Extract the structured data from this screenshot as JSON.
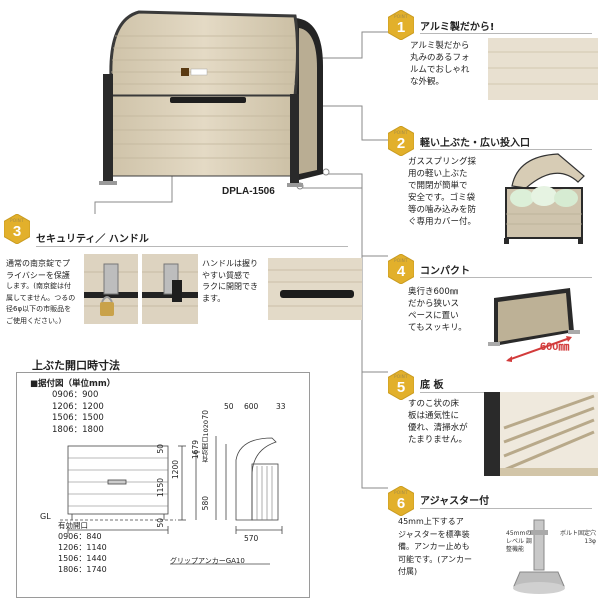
{
  "product": {
    "model": "DPLA-1506",
    "colors": {
      "body": "#d7ccb5",
      "frame": "#262626",
      "badge": "#e2b02b",
      "line": "#8a8a8a"
    }
  },
  "points": [
    {
      "point_label": "POINT",
      "num": "1",
      "title": "アルミ製だから!",
      "lines": [
        "アルミ製だから",
        "丸みのあるフォ",
        "ルムでおしゃれ",
        "な外観。"
      ]
    },
    {
      "point_label": "POINT",
      "num": "2",
      "title": "軽い上ぶた・広い投入口",
      "lines": [
        "ガススプリング採",
        "用の軽い上ぶた",
        "で開閉が簡単で",
        "安全です。ゴミ袋",
        "等の噛み込みを防",
        "ぐ専用カバー付。"
      ]
    },
    {
      "point_label": "POINT",
      "num": "3",
      "title": "セキュリティ／ ハンドル",
      "lines_left": [
        "通常の南京錠でプ",
        "ライバシーを保護",
        "します。(南京錠は付",
        "属してません。つるの",
        "径6φ以下の市販品を",
        "ご使用ください。)"
      ],
      "lines_right": [
        "ハンドルは握り",
        "やすい質感で",
        "ラクに開閉でき",
        "ます。"
      ]
    },
    {
      "point_label": "POINT",
      "num": "4",
      "title": "コンパクト",
      "lines": [
        "奥行き600㎜",
        "だから狭いス",
        "ペースに置い",
        "てもスッキリ。"
      ],
      "depth_label": "600㎜"
    },
    {
      "point_label": "POINT",
      "num": "5",
      "title": "底 板",
      "lines": [
        "すのこ状の床",
        "板は通気性に",
        "優れ、清掃水が",
        "たまりません。"
      ]
    },
    {
      "point_label": "POINT",
      "num": "6",
      "title": "アジャスター付",
      "lines": [
        "45mm上下するア",
        "ジャスターを標準装",
        "備。アンカー止めも",
        "可能です。(アンカー",
        "付属)"
      ],
      "adj_label_1": "45mmの レベル 調整機能",
      "adj_label_2": "ボルト固定穴 13φ"
    }
  ],
  "dimensions": {
    "title": "上ぶた開口時寸法",
    "subtitle": "■据付図（単位mm）",
    "sizes": [
      "0906：900",
      "1206：1200",
      "1506：1500",
      "1806：1800"
    ],
    "opening_title": "有効開口",
    "openings": [
      "0906：840",
      "1206：1140",
      "1506：1440",
      "1806：1740"
    ],
    "gl": "GL",
    "anchor": "グリップアンカーGA10",
    "values": {
      "v50": "50",
      "v1200": "1200",
      "v1150": "1150",
      "v50b": "50",
      "top50": "50",
      "top600": "600",
      "top33": "33",
      "v70": "70",
      "v1679": "1679",
      "v1020": "有効開口1020",
      "v580": "580",
      "v570": "570"
    }
  }
}
